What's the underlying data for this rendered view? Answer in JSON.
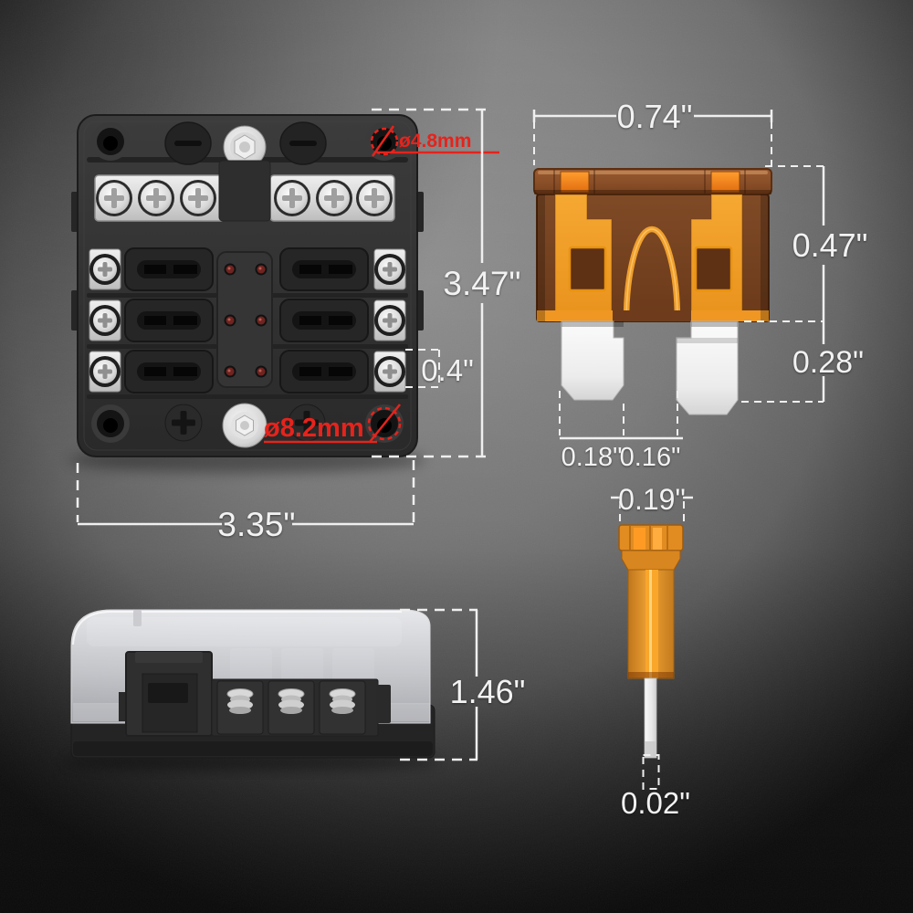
{
  "meta": {
    "description": "Dimension diagram of a 6-way blade fuse block and ATO blade fuse",
    "colors": {
      "dimension_line": "#efefef",
      "annotation_red": "#e6231c",
      "fuse_amber": "#f09c28",
      "fuse_body_brown": "#7b4827",
      "box_charcoal": "#2f2f2f"
    }
  },
  "fuse_box_top_view": {
    "annotations": {
      "mounting_hole_diameter": "ø4.8mm",
      "stud_hole_diameter": "ø8.2mm"
    },
    "dimensions": {
      "height": "3.47\"",
      "slot_width": "0.4\"",
      "width": "3.35\""
    }
  },
  "fuse_front_view": {
    "dimensions": {
      "width": "0.74\"",
      "body_height": "0.47\"",
      "blade_length": "0.28\"",
      "blade_width": "0.18\"",
      "blade_gap": "0.16\""
    }
  },
  "fuse_side_view": {
    "dimensions": {
      "thickness": "0.19\"",
      "blade_thickness": "0.02\""
    }
  },
  "fuse_box_side_view": {
    "dimensions": {
      "height": "1.46\""
    }
  }
}
